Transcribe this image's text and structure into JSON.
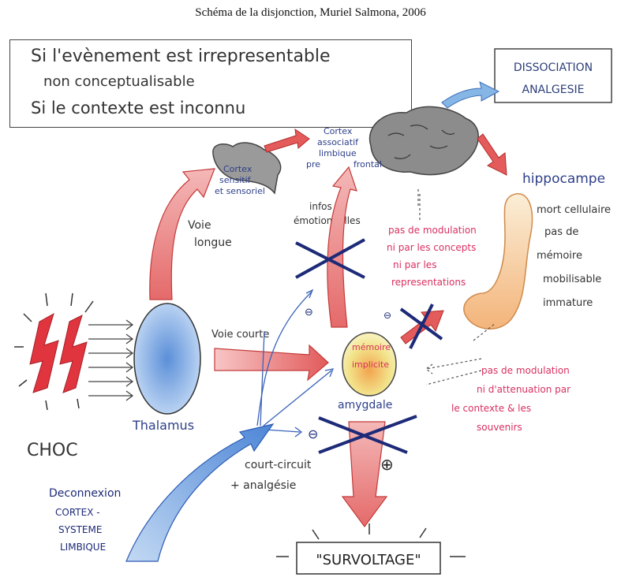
{
  "title": "Schéma de la disjonction, Muriel Salmona, 2006",
  "conditions": [
    "Si l'evènement est irrepresentable",
    "non conceptualisable",
    "Si le contexte est inconnu"
  ],
  "dissociation": [
    "DISSOCIATION",
    "ANALGESIE"
  ],
  "hippocampe": {
    "title": "hippocampe",
    "lines": [
      "mort cellulaire",
      "pas de",
      "mémoire",
      "mobilisable",
      "immature"
    ]
  },
  "cortex_sensitif": [
    "Cortex",
    "sensitif",
    "et sensoriel"
  ],
  "cortex_associatif": [
    "Cortex",
    "associatif",
    "limbique",
    "pre",
    "frontal"
  ],
  "infos": [
    "infos",
    "émotionnelles"
  ],
  "voie_longue": [
    "Voie",
    "longue"
  ],
  "voie_courte": "Voie courte",
  "pas_modulation_1": [
    "pas de modulation",
    "ni par les concepts",
    "ni par les",
    "representations"
  ],
  "pas_modulation_2": [
    "pas de modulation",
    "ni d'attenuation par",
    "le contexte & les",
    "souvenirs"
  ],
  "memoire": [
    "mémoire",
    "implicite"
  ],
  "amygdale": "amygdale",
  "thalamus": "Thalamus",
  "choc": "CHOC",
  "court_circuit": [
    "court-circuit",
    "+ analgésie"
  ],
  "deconnexion": [
    "Deconnexion",
    "CORTEX -",
    "SYSTEME",
    "LIMBIQUE"
  ],
  "survoltage": "\"SURVOLTAGE\"",
  "minus_sign": "⊖",
  "plus_sign": "⊕",
  "colors": {
    "red": "#d8323c",
    "blue": "#2d5bb5",
    "navy": "#1c2a78",
    "pink": "#d83060",
    "yellow": "#f2e38a",
    "grey": "#5a5a5a"
  }
}
